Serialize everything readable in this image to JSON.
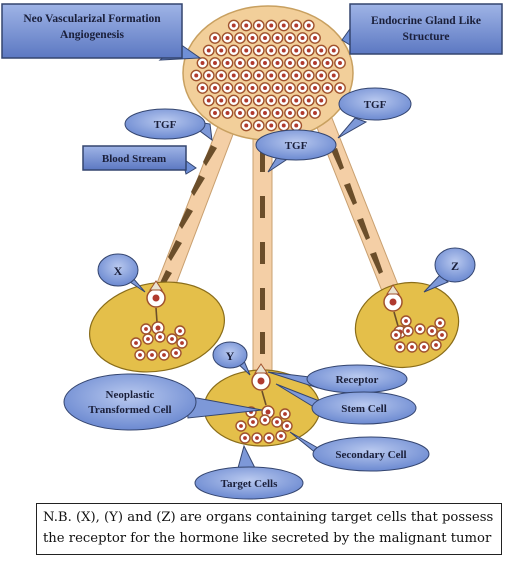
{
  "labels": {
    "neo_vascular": [
      "Neo Vascularizal Formation",
      "Angiogenesis"
    ],
    "endocrine": [
      "Endocrine Gland Like",
      "Structure"
    ],
    "tgf": "TGF",
    "blood_stream": "Blood Stream",
    "organ_x": "X",
    "organ_y": "Y",
    "organ_z": "Z",
    "receptor": "Receptor",
    "stem_cell": "Stem Cell",
    "neoplastic": [
      "Neoplastic",
      "Transformed Cell"
    ],
    "secondary_cell": "Secondary Cell",
    "target_cells": "Target Cells"
  },
  "caption": {
    "line1": "N.B. (X), (Y) and (Z) are organs containing target cells that possess",
    "line2": "the receptor for the hormone like secreted by the malignant tumor"
  },
  "colors": {
    "box_fill": "#6f8fd6",
    "box_stroke": "#34456f",
    "tumor_fill": "#f2cf9a",
    "vessel_fill": "#f4cfa6",
    "organ_fill": "#e4bf4a",
    "cell_ring": "#a0522d",
    "cell_nucleus": "#b03a2e"
  }
}
